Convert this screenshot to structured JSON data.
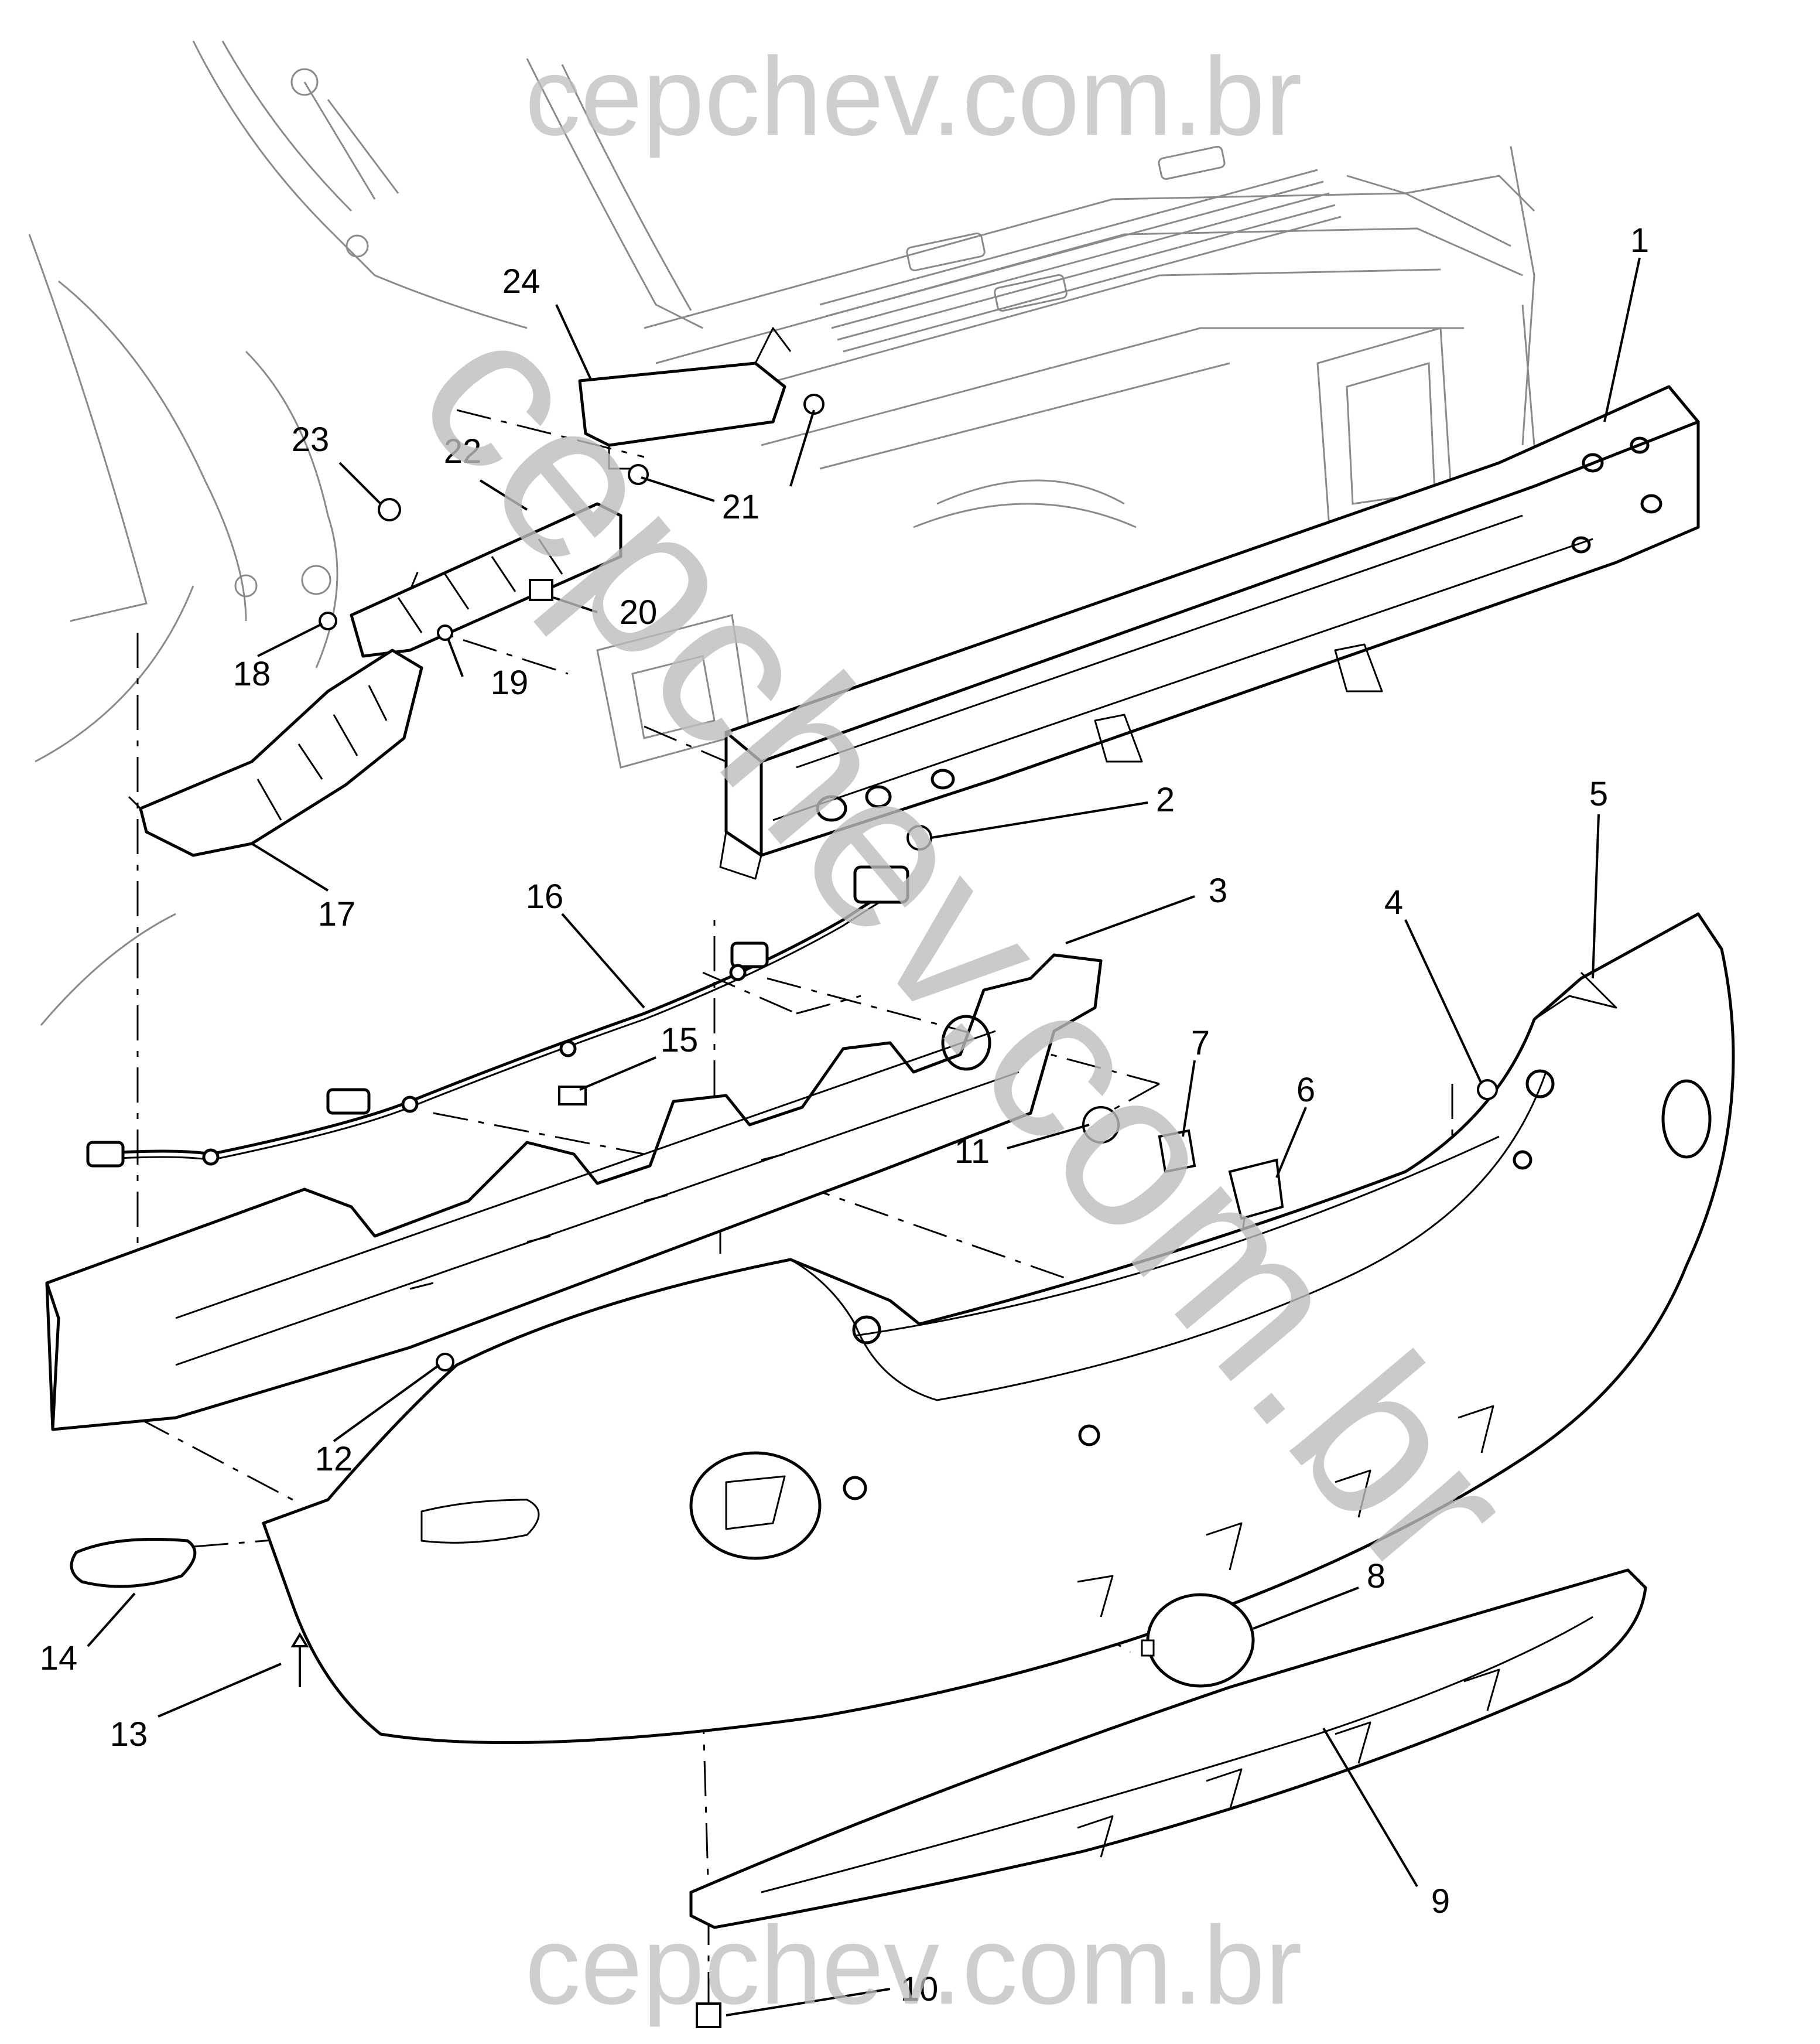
{
  "watermark": {
    "top": "cepchev.com.br",
    "bottom": "cepchev.com.br",
    "diagonal": "cepchev.com.br",
    "color": "#bdbdbd"
  },
  "callouts": {
    "c1": "1",
    "c2": "2",
    "c3": "3",
    "c4": "4",
    "c5": "5",
    "c6": "6",
    "c7": "7",
    "c8": "8",
    "c9": "9",
    "c10": "10",
    "c11": "11",
    "c12": "12",
    "c13": "13",
    "c14": "14",
    "c15": "15",
    "c16": "16",
    "c17": "17",
    "c18": "18",
    "c19": "19",
    "c20": "20",
    "c21": "21",
    "c22": "22",
    "c23": "23",
    "c24": "24"
  },
  "colors": {
    "line": "#000000",
    "faint": "#9a9a9a",
    "background": "#ffffff"
  }
}
